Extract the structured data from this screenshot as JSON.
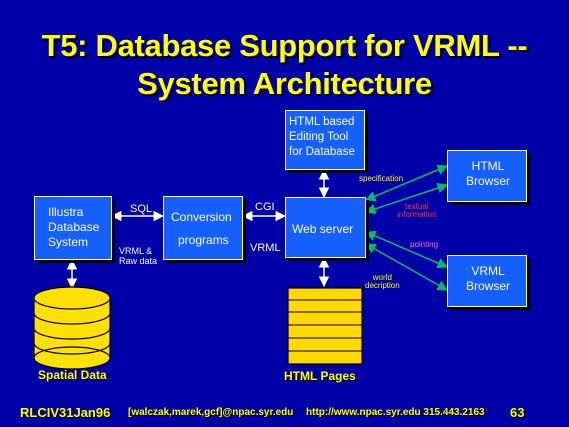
{
  "title": {
    "line1": "T5: Database Support for VRML --",
    "line2": "System Architecture"
  },
  "nodes": {
    "illustra": "Illustra\nDatabase\nSystem",
    "conversion_line1": "Conversion",
    "conversion_line2": "programs",
    "editing_tool": "HTML based\nEditing Tool\nfor Database",
    "web_server": "Web server",
    "html_browser": "HTML\nBrowser",
    "vrml_browser": "VRML\nBrowser",
    "spatial_data": "Spatial Data",
    "html_pages": "HTML Pages"
  },
  "edges": {
    "sql": "SQL",
    "vrml_raw": "VRML &\nRaw data",
    "cgi": "CGI",
    "vrml": "VRML",
    "specification": "specification",
    "textual_information": "textual\ninformation",
    "pointing": "pointing",
    "world_description": "world\ndecription"
  },
  "footer": {
    "left": "RLCIV31Jan96",
    "emails": "[walczak,marek,gcf]@npac.syr.edu",
    "url": "http://www.npac.syr.edu 315.443.2163",
    "page": "63"
  },
  "colors": {
    "background": "#0000a8",
    "box": "#1560ff",
    "title": "#ffff00",
    "arrow_green": "#00c060",
    "cylinder": "#ffe000",
    "pages": "#ffd800",
    "annotation_yellow": "#ffff00",
    "annotation_red": "#ff3030",
    "annotation_pink": "#ff66cc"
  }
}
